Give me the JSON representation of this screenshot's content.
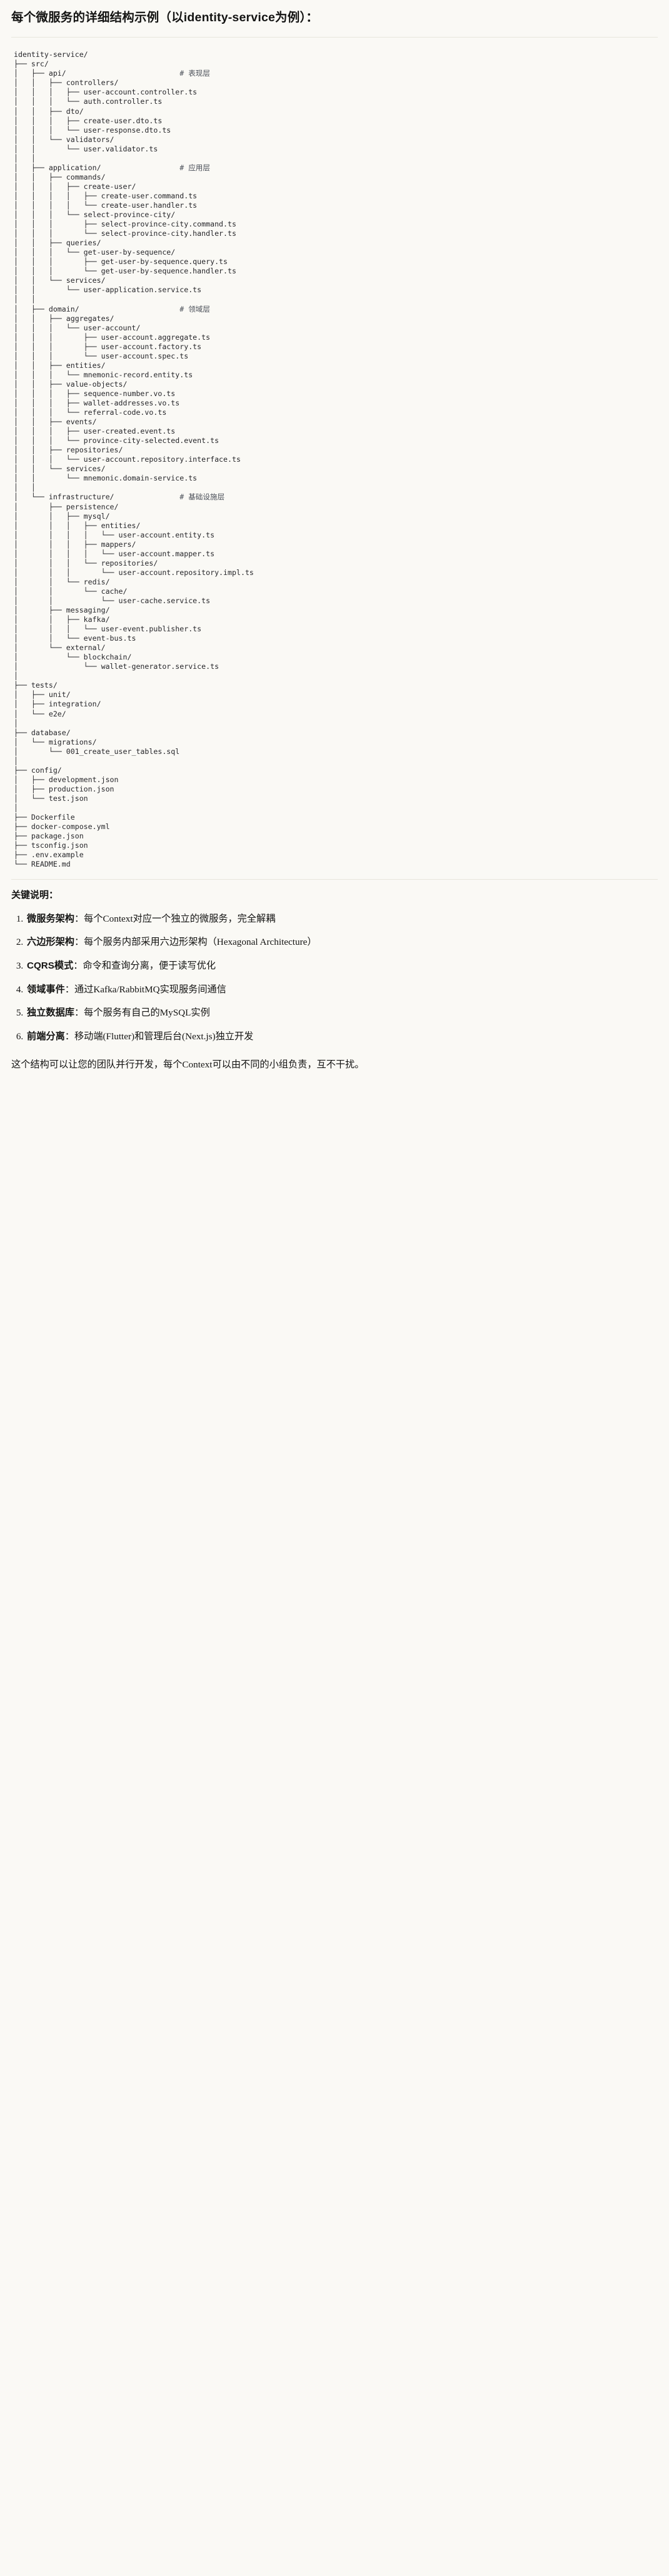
{
  "heading": "每个微服务的详细结构示例（以identity-service为例）：",
  "tree": {
    "root": "identity-service/",
    "lines": [
      "identity-service/",
      "├── src/",
      "│   ├── api/                          # 表现层",
      "│   │   ├── controllers/",
      "│   │   │   ├── user-account.controller.ts",
      "│   │   │   └── auth.controller.ts",
      "│   │   ├── dto/",
      "│   │   │   ├── create-user.dto.ts",
      "│   │   │   └── user-response.dto.ts",
      "│   │   └── validators/",
      "│   │       └── user.validator.ts",
      "│   │",
      "│   ├── application/                  # 应用层",
      "│   │   ├── commands/",
      "│   │   │   ├── create-user/",
      "│   │   │   │   ├── create-user.command.ts",
      "│   │   │   │   └── create-user.handler.ts",
      "│   │   │   └── select-province-city/",
      "│   │   │       ├── select-province-city.command.ts",
      "│   │   │       └── select-province-city.handler.ts",
      "│   │   ├── queries/",
      "│   │   │   └── get-user-by-sequence/",
      "│   │   │       ├── get-user-by-sequence.query.ts",
      "│   │   │       └── get-user-by-sequence.handler.ts",
      "│   │   └── services/",
      "│   │       └── user-application.service.ts",
      "│   │",
      "│   ├── domain/                       # 领域层",
      "│   │   ├── aggregates/",
      "│   │   │   └── user-account/",
      "│   │   │       ├── user-account.aggregate.ts",
      "│   │   │       ├── user-account.factory.ts",
      "│   │   │       └── user-account.spec.ts",
      "│   │   ├── entities/",
      "│   │   │   └── mnemonic-record.entity.ts",
      "│   │   ├── value-objects/",
      "│   │   │   ├── sequence-number.vo.ts",
      "│   │   │   ├── wallet-addresses.vo.ts",
      "│   │   │   └── referral-code.vo.ts",
      "│   │   ├── events/",
      "│   │   │   ├── user-created.event.ts",
      "│   │   │   └── province-city-selected.event.ts",
      "│   │   ├── repositories/",
      "│   │   │   └── user-account.repository.interface.ts",
      "│   │   └── services/",
      "│   │       └── mnemonic.domain-service.ts",
      "│   │",
      "│   └── infrastructure/               # 基础设施层",
      "│       ├── persistence/",
      "│       │   ├── mysql/",
      "│       │   │   ├── entities/",
      "│       │   │   │   └── user-account.entity.ts",
      "│       │   │   ├── mappers/",
      "│       │   │   │   └── user-account.mapper.ts",
      "│       │   │   └── repositories/",
      "│       │   │       └── user-account.repository.impl.ts",
      "│       │   └── redis/",
      "│       │       └── cache/",
      "│       │           └── user-cache.service.ts",
      "│       ├── messaging/",
      "│       │   ├── kafka/",
      "│       │   │   └── user-event.publisher.ts",
      "│       │   └── event-bus.ts",
      "│       └── external/",
      "│           └── blockchain/",
      "│               └── wallet-generator.service.ts",
      "│",
      "├── tests/",
      "│   ├── unit/",
      "│   ├── integration/",
      "│   └── e2e/",
      "│",
      "├── database/",
      "│   └── migrations/",
      "│       └── 001_create_user_tables.sql",
      "│",
      "├── config/",
      "│   ├── development.json",
      "│   ├── production.json",
      "│   └── test.json",
      "│",
      "├── Dockerfile",
      "├── docker-compose.yml",
      "├── package.json",
      "├── tsconfig.json",
      "├── .env.example",
      "└── README.md"
    ],
    "layer_comments": [
      {
        "path": "api/",
        "comment": "# 表现层"
      },
      {
        "path": "application/",
        "comment": "# 应用层"
      },
      {
        "path": "domain/",
        "comment": "# 领域层"
      },
      {
        "path": "infrastructure/",
        "comment": "# 基础设施层"
      }
    ]
  },
  "notes": {
    "title": "关键说明：",
    "items": [
      {
        "term": "微服务架构",
        "sep": "：",
        "desc": "每个Context对应一个独立的微服务，完全解耦"
      },
      {
        "term": "六边形架构",
        "sep": "：",
        "desc": "每个服务内部采用六边形架构（Hexagonal Architecture）"
      },
      {
        "term": "CQRS模式",
        "sep": "：",
        "desc": "命令和查询分离，便于读写优化"
      },
      {
        "term": "领域事件",
        "sep": "：",
        "desc": "通过Kafka/RabbitMQ实现服务间通信"
      },
      {
        "term": "独立数据库",
        "sep": "：",
        "desc": "每个服务有自己的MySQL实例"
      },
      {
        "term": "前端分离",
        "sep": "：",
        "desc": "移动端(Flutter)和管理后台(Next.js)独立开发"
      }
    ],
    "closing": "这个结构可以让您的团队并行开发，每个Context可以由不同的小组负责，互不干扰。"
  },
  "colors": {
    "background": "#faf9f5",
    "text": "#141413",
    "code_text": "#26262a",
    "rule": "#e8e6dc",
    "comment": "#4b5059"
  }
}
